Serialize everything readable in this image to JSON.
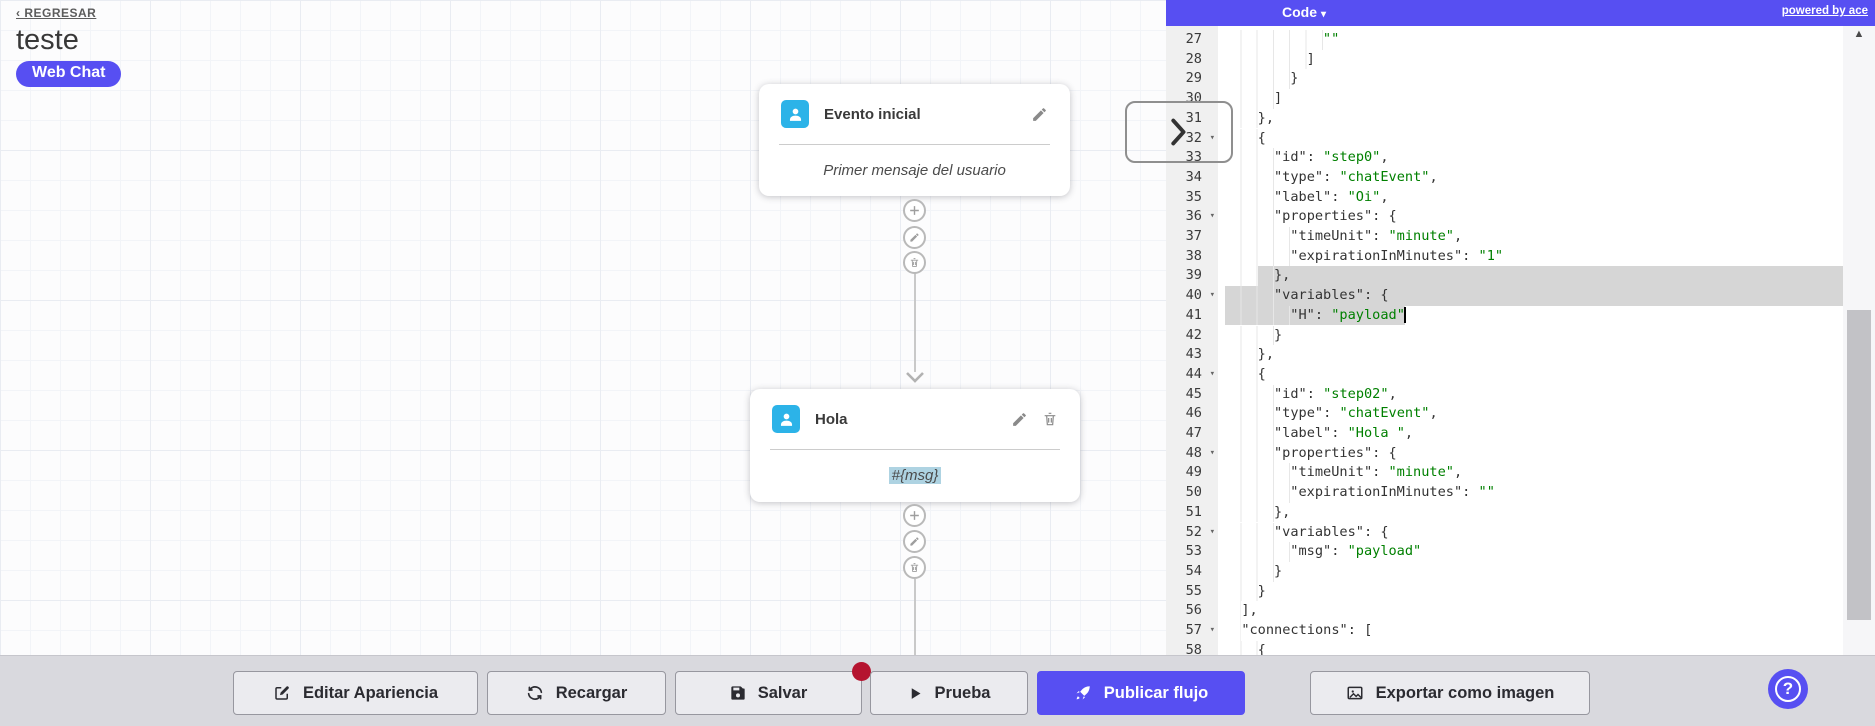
{
  "colors": {
    "accent": "#574ff2",
    "node_icon_bg": "#2cb3e8",
    "save_badge_red": "#b5132f",
    "code_string_green": "#008000",
    "selection_gray": "#d6d6d6",
    "msg_highlight_blue": "#aed3e2",
    "toolbar_bg": "#d9d9de"
  },
  "canvas": {
    "back_link": "‹ REGRESAR",
    "title": "teste",
    "badge": "Web Chat",
    "nodes": [
      {
        "title": "Evento inicial",
        "body": "Primer mensaje del usuario"
      },
      {
        "title": "Hola",
        "body": "#{msg}"
      }
    ],
    "connector_icons": [
      "plus-icon",
      "pencil-icon",
      "trash-icon"
    ]
  },
  "code_panel": {
    "menu_label": "Code",
    "menu_arrow": "▾",
    "powered_by": "powered by ace",
    "scroll_up_arrow": "▲",
    "lines": [
      {
        "n": 27,
        "ind": 12,
        "fold": false,
        "segs": [
          [
            "s",
            "\"\""
          ]
        ]
      },
      {
        "n": 28,
        "ind": 10,
        "fold": false,
        "segs": [
          [
            "p",
            "]"
          ]
        ]
      },
      {
        "n": 29,
        "ind": 8,
        "fold": false,
        "segs": [
          [
            "p",
            "}"
          ]
        ]
      },
      {
        "n": 30,
        "ind": 6,
        "fold": false,
        "segs": [
          [
            "p",
            "]"
          ]
        ]
      },
      {
        "n": 31,
        "ind": 4,
        "fold": false,
        "segs": [
          [
            "p",
            "},"
          ]
        ]
      },
      {
        "n": 32,
        "ind": 4,
        "fold": true,
        "segs": [
          [
            "p",
            "{"
          ]
        ]
      },
      {
        "n": 33,
        "ind": 6,
        "fold": false,
        "segs": [
          [
            "k",
            "\"id\""
          ],
          [
            "p",
            ": "
          ],
          [
            "s",
            "\"step0\""
          ],
          [
            "p",
            ","
          ]
        ]
      },
      {
        "n": 34,
        "ind": 6,
        "fold": false,
        "segs": [
          [
            "k",
            "\"type\""
          ],
          [
            "p",
            ": "
          ],
          [
            "s",
            "\"chatEvent\""
          ],
          [
            "p",
            ","
          ]
        ]
      },
      {
        "n": 35,
        "ind": 6,
        "fold": false,
        "segs": [
          [
            "k",
            "\"label\""
          ],
          [
            "p",
            ": "
          ],
          [
            "s",
            "\"Oi\""
          ],
          [
            "p",
            ","
          ]
        ]
      },
      {
        "n": 36,
        "ind": 6,
        "fold": true,
        "segs": [
          [
            "k",
            "\"properties\""
          ],
          [
            "p",
            ": {"
          ]
        ]
      },
      {
        "n": 37,
        "ind": 8,
        "fold": false,
        "segs": [
          [
            "k",
            "\"timeUnit\""
          ],
          [
            "p",
            ": "
          ],
          [
            "s",
            "\"minute\""
          ],
          [
            "p",
            ","
          ]
        ]
      },
      {
        "n": 38,
        "ind": 8,
        "fold": false,
        "segs": [
          [
            "k",
            "\"expirationInMinutes\""
          ],
          [
            "p",
            ": "
          ],
          [
            "s",
            "\"1\""
          ]
        ]
      },
      {
        "n": 39,
        "ind": 6,
        "fold": false,
        "segs": [
          [
            "p",
            "},"
          ]
        ],
        "sel": [
          4,
          -1
        ]
      },
      {
        "n": 40,
        "ind": 6,
        "fold": true,
        "segs": [
          [
            "k",
            "\"variables\""
          ],
          [
            "p",
            ": {"
          ]
        ],
        "sel": [
          0,
          -1
        ]
      },
      {
        "n": 41,
        "ind": 8,
        "fold": false,
        "segs": [
          [
            "k",
            "\"H\""
          ],
          [
            "p",
            ": "
          ],
          [
            "s",
            "\"payload\""
          ]
        ],
        "sel": [
          0,
          22
        ],
        "cursor": 22
      },
      {
        "n": 42,
        "ind": 6,
        "fold": false,
        "segs": [
          [
            "p",
            "}"
          ]
        ]
      },
      {
        "n": 43,
        "ind": 4,
        "fold": false,
        "segs": [
          [
            "p",
            "},"
          ]
        ]
      },
      {
        "n": 44,
        "ind": 4,
        "fold": true,
        "segs": [
          [
            "p",
            "{"
          ]
        ]
      },
      {
        "n": 45,
        "ind": 6,
        "fold": false,
        "segs": [
          [
            "k",
            "\"id\""
          ],
          [
            "p",
            ": "
          ],
          [
            "s",
            "\"step02\""
          ],
          [
            "p",
            ","
          ]
        ]
      },
      {
        "n": 46,
        "ind": 6,
        "fold": false,
        "segs": [
          [
            "k",
            "\"type\""
          ],
          [
            "p",
            ": "
          ],
          [
            "s",
            "\"chatEvent\""
          ],
          [
            "p",
            ","
          ]
        ]
      },
      {
        "n": 47,
        "ind": 6,
        "fold": false,
        "segs": [
          [
            "k",
            "\"label\""
          ],
          [
            "p",
            ": "
          ],
          [
            "s",
            "\"Hola \""
          ],
          [
            "p",
            ","
          ]
        ]
      },
      {
        "n": 48,
        "ind": 6,
        "fold": true,
        "segs": [
          [
            "k",
            "\"properties\""
          ],
          [
            "p",
            ": {"
          ]
        ]
      },
      {
        "n": 49,
        "ind": 8,
        "fold": false,
        "segs": [
          [
            "k",
            "\"timeUnit\""
          ],
          [
            "p",
            ": "
          ],
          [
            "s",
            "\"minute\""
          ],
          [
            "p",
            ","
          ]
        ]
      },
      {
        "n": 50,
        "ind": 8,
        "fold": false,
        "segs": [
          [
            "k",
            "\"expirationInMinutes\""
          ],
          [
            "p",
            ": "
          ],
          [
            "s",
            "\"\""
          ]
        ]
      },
      {
        "n": 51,
        "ind": 6,
        "fold": false,
        "segs": [
          [
            "p",
            "},"
          ]
        ]
      },
      {
        "n": 52,
        "ind": 6,
        "fold": true,
        "segs": [
          [
            "k",
            "\"variables\""
          ],
          [
            "p",
            ": {"
          ]
        ]
      },
      {
        "n": 53,
        "ind": 8,
        "fold": false,
        "segs": [
          [
            "k",
            "\"msg\""
          ],
          [
            "p",
            ": "
          ],
          [
            "s",
            "\"payload\""
          ]
        ]
      },
      {
        "n": 54,
        "ind": 6,
        "fold": false,
        "segs": [
          [
            "p",
            "}"
          ]
        ]
      },
      {
        "n": 55,
        "ind": 4,
        "fold": false,
        "segs": [
          [
            "p",
            "}"
          ]
        ]
      },
      {
        "n": 56,
        "ind": 2,
        "fold": false,
        "segs": [
          [
            "p",
            "],"
          ]
        ]
      },
      {
        "n": 57,
        "ind": 2,
        "fold": true,
        "segs": [
          [
            "k",
            "\"connections\""
          ],
          [
            "p",
            ": ["
          ]
        ]
      },
      {
        "n": 58,
        "ind": 4,
        "fold": false,
        "segs": [
          [
            "p",
            "{"
          ]
        ]
      }
    ]
  },
  "toolbar": {
    "buttons": [
      {
        "id": "edit-appearance",
        "label": "Editar Apariencia",
        "icon": "edit",
        "style": "default",
        "badge": false
      },
      {
        "id": "reload",
        "label": "Recargar",
        "icon": "refresh",
        "style": "default",
        "badge": false
      },
      {
        "id": "save",
        "label": "Salvar",
        "icon": "save",
        "style": "default",
        "badge": true
      },
      {
        "id": "test",
        "label": "Prueba",
        "icon": "play",
        "style": "default",
        "badge": false
      },
      {
        "id": "publish",
        "label": "Publicar flujo",
        "icon": "rocket",
        "style": "primary",
        "badge": false
      },
      {
        "id": "export-image",
        "label": "Exportar como imagen",
        "icon": "image",
        "style": "default",
        "badge": false
      }
    ]
  },
  "help_button": {
    "label": "?"
  }
}
